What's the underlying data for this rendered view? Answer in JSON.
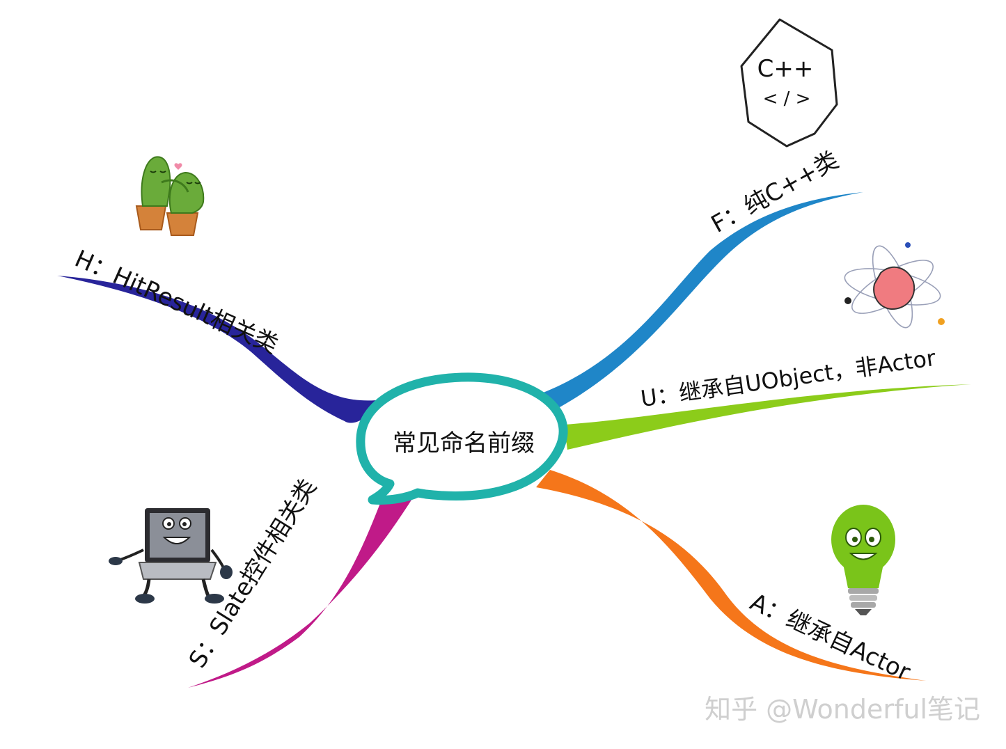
{
  "center": {
    "label": "常见命名前缀"
  },
  "branches": {
    "f": {
      "label": "F：纯C++类",
      "color": "#1f86c8"
    },
    "u": {
      "label": "U：继承自UObject，非Actor",
      "color": "#8ccc1a"
    },
    "a": {
      "label": "A：继承自Actor",
      "color": "#f5761a"
    },
    "s": {
      "label": "S：Slate控件相关类",
      "color": "#c01a88"
    },
    "h": {
      "label": "H：HitResult相关类",
      "color": "#28249a"
    }
  },
  "icons": {
    "cpp": {
      "name": "cpp-hexagon-icon",
      "line1": "C++",
      "line2": "< / >"
    },
    "atom": {
      "name": "atom-icon"
    },
    "bulb": {
      "name": "lightbulb-character-icon"
    },
    "laptop": {
      "name": "laptop-character-icon"
    },
    "cactus": {
      "name": "cactus-couple-icon"
    }
  },
  "center_color": "#20b2aa",
  "watermark": "知乎 @Wonderful笔记"
}
